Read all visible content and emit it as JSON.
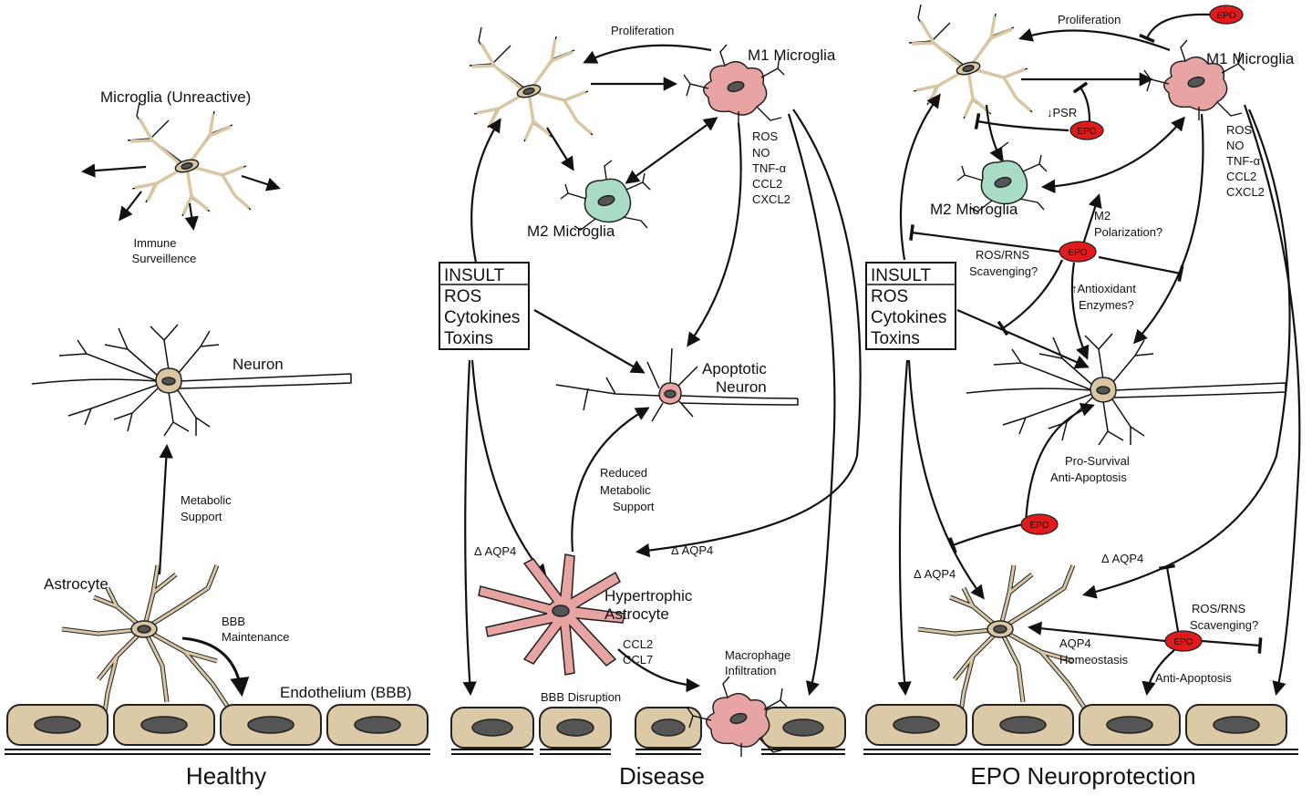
{
  "panels": [
    {
      "title": "Healthy"
    },
    {
      "title": "Disease"
    },
    {
      "title": "EPO Neuroprotection"
    }
  ],
  "healthy": {
    "microglia": "Microglia (Unreactive)",
    "immune_1": "Immune",
    "immune_2": "Surveillence",
    "neuron": "Neuron",
    "metabolic_1": "Metabolic",
    "metabolic_2": "Support",
    "astrocyte": "Astrocyte",
    "bbb_1": "BBB",
    "bbb_2": "Maintenance",
    "endothelium": "Endothelium (BBB)"
  },
  "disease": {
    "proliferation": "Proliferation",
    "m1": "M1 Microglia",
    "m2": "M2 Microglia",
    "factors": [
      "ROS",
      "NO",
      "TNF-α",
      "CCL2",
      "CXCL2"
    ],
    "insult": [
      "INSULT",
      "ROS",
      "Cytokines",
      "Toxins"
    ],
    "apoptotic_1": "Apoptotic",
    "apoptotic_2": "Neuron",
    "reduced_1": "Reduced",
    "reduced_2": "Metabolic",
    "reduced_3": "Support",
    "aqp4_left": "Δ AQP4",
    "aqp4_right": "Δ AQP4",
    "hyper_1": "Hypertrophic",
    "hyper_2": "Astrocyte",
    "ccl2": "CCL2",
    "ccl7": "CCL7",
    "macro_1": "Macrophage",
    "macro_2": "Infiltration",
    "bbb_disruption": "BBB Disruption"
  },
  "epo": {
    "proliferation": "Proliferation",
    "epo_label": "EPO",
    "m1": "M1 Microglia",
    "m2": "M2 Microglia",
    "psr": "↓PSR",
    "factors": [
      "ROS",
      "NO",
      "TNF-α",
      "CCL2",
      "CXCL2"
    ],
    "m2pol_1": "M2",
    "m2pol_2": "Polarization?",
    "rosrns_1": "ROS/RNS",
    "rosrns_2": "Scavenging?",
    "antiox_1": "↑Antioxidant",
    "antiox_2": "Enzymes?",
    "insult": [
      "INSULT",
      "ROS",
      "Cytokines",
      "Toxins"
    ],
    "prosurvival_1": "Pro-Survival",
    "prosurvival_2": "Anti-Apoptosis",
    "aqp4_left": "Δ AQP4",
    "aqp4_right": "Δ AQP4",
    "rosrns2_1": "ROS/RNS",
    "rosrns2_2": "Scavenging?",
    "aqp4h_1": "AQP4",
    "aqp4h_2": "Homeostasis",
    "antiapop": "Anti-Apoptosis"
  },
  "colors": {
    "microglia_rest": "#d9c7a4",
    "m1_microglia": "#e8a3a3",
    "m2_microglia": "#a8dcc4",
    "epo_badge": "#e11b1b",
    "endothelium": "#dcc9a6"
  }
}
